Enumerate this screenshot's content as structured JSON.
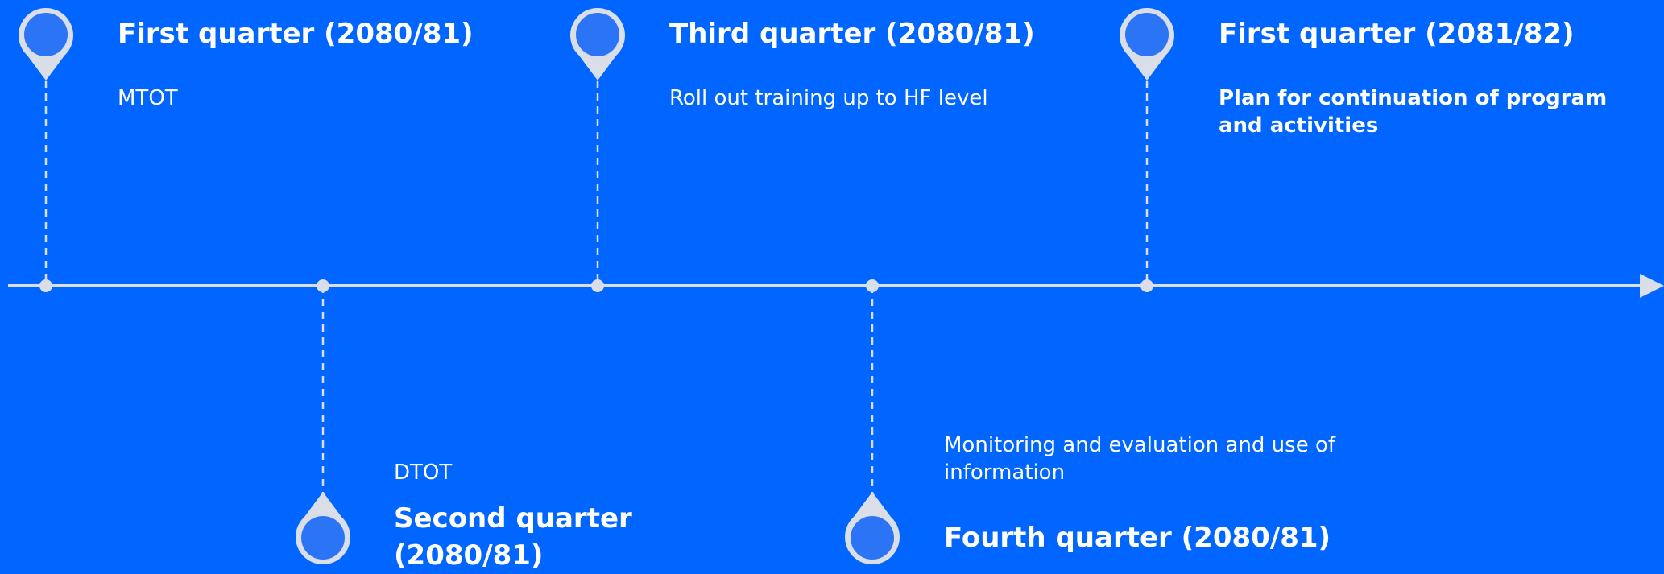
{
  "colors": {
    "background": "#0066FF",
    "line": "#D9DEE8",
    "pin_fill": "#2B74F5",
    "text": "#FFFFFF"
  },
  "milestones": [
    {
      "title": "First quarter (2080/81)",
      "description": "MTOT",
      "position": "above"
    },
    {
      "title": "Second quarter (2080/81)",
      "description": "DTOT",
      "position": "below"
    },
    {
      "title": "Third quarter (2080/81)",
      "description": "Roll out training up to HF level",
      "position": "above"
    },
    {
      "title": "Fourth quarter (2080/81)",
      "description": "Monitoring and evaluation and use of information",
      "position": "below"
    },
    {
      "title": "First quarter (2081/82)",
      "description": "Plan for continuation of program and activities",
      "position": "above"
    }
  ]
}
